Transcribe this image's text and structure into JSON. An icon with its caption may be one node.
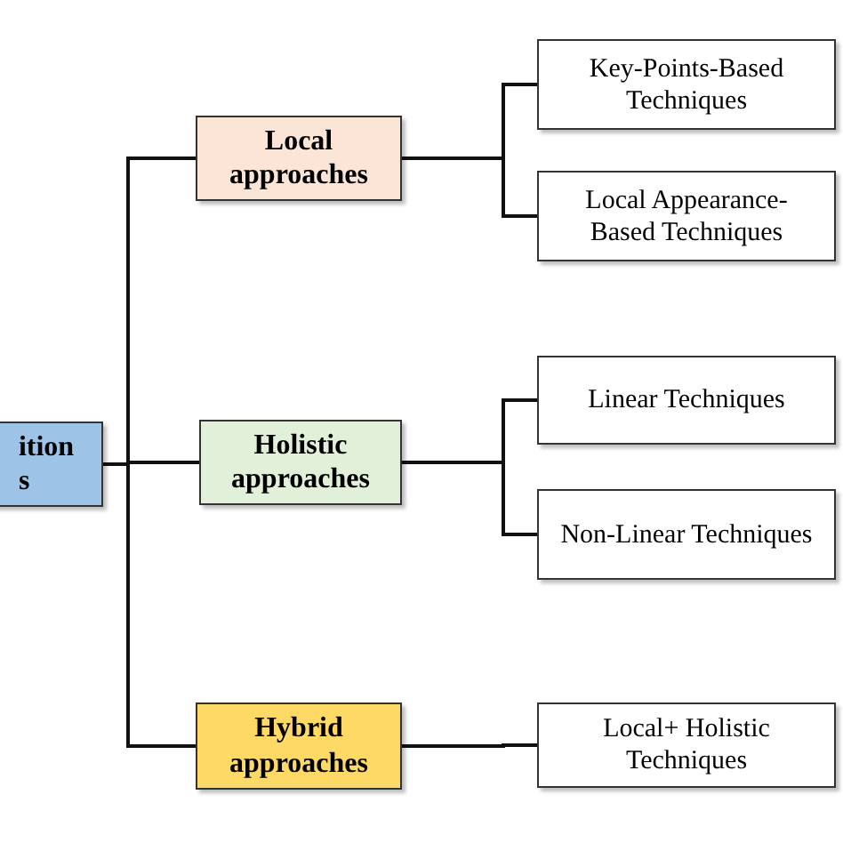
{
  "diagram": {
    "nodes": [
      {
        "text": [
          "ition s"
        ]
      },
      {
        "text": [
          "Local approaches"
        ]
      },
      {
        "text": [
          "Holistic approaches"
        ]
      },
      {
        "text": [
          "Hybrid approaches"
        ]
      },
      {
        "text": [
          "Key-Points-Based Techniques"
        ]
      },
      {
        "text": [
          "Local Appearance-Based Techniques"
        ]
      },
      {
        "text": [
          "Linear Techniques"
        ]
      },
      {
        "text": [
          "Non-Linear Techniques"
        ]
      },
      {
        "text": [
          "Local+ Holistic Techniques"
        ]
      }
    ],
    "edges": [
      {
        "from": 0,
        "to": 1,
        "arrow": "none"
      },
      {
        "from": 0,
        "to": 2,
        "arrow": "none"
      },
      {
        "from": 0,
        "to": 3,
        "arrow": "none"
      },
      {
        "from": 1,
        "to": 4,
        "arrow": "none"
      },
      {
        "from": 1,
        "to": 5,
        "arrow": "none"
      },
      {
        "from": 2,
        "to": 6,
        "arrow": "none"
      },
      {
        "from": 2,
        "to": 7,
        "arrow": "none"
      },
      {
        "from": 3,
        "to": 8,
        "arrow": "none"
      }
    ]
  }
}
